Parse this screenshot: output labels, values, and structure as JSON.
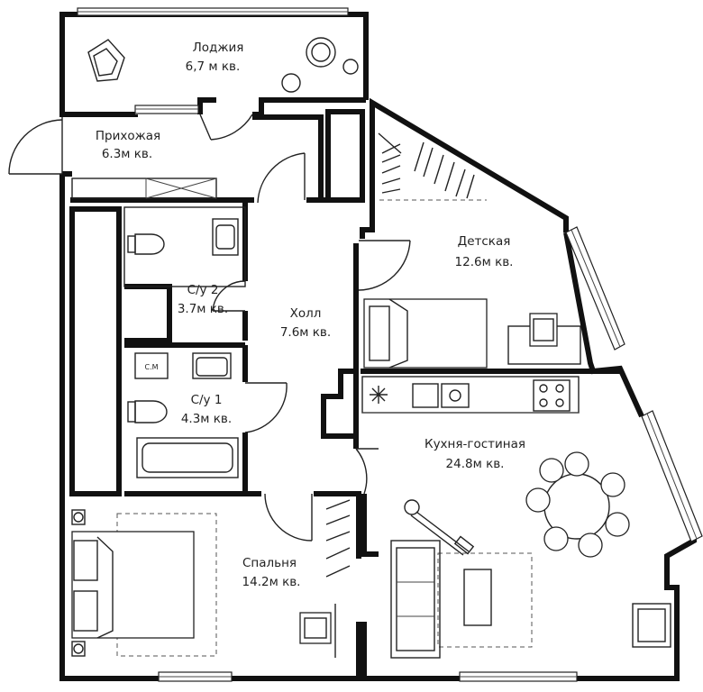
{
  "rooms": [
    {
      "name": "Лоджия",
      "area": "6,7 м кв."
    },
    {
      "name": "Прихожая",
      "area": "6.3м кв."
    },
    {
      "name": "Детская",
      "area": "12.6м кв."
    },
    {
      "name": "С/у 2",
      "area": "3.7м кв."
    },
    {
      "name": "Холл",
      "area": "7.6м кв."
    },
    {
      "name": "С/у 1",
      "area": "4.3м кв."
    },
    {
      "name": "Кухня-гостиная",
      "area": "24.8м кв."
    },
    {
      "name": "Спальня",
      "area": "14.2м кв."
    }
  ],
  "appliance_label": "С.М"
}
